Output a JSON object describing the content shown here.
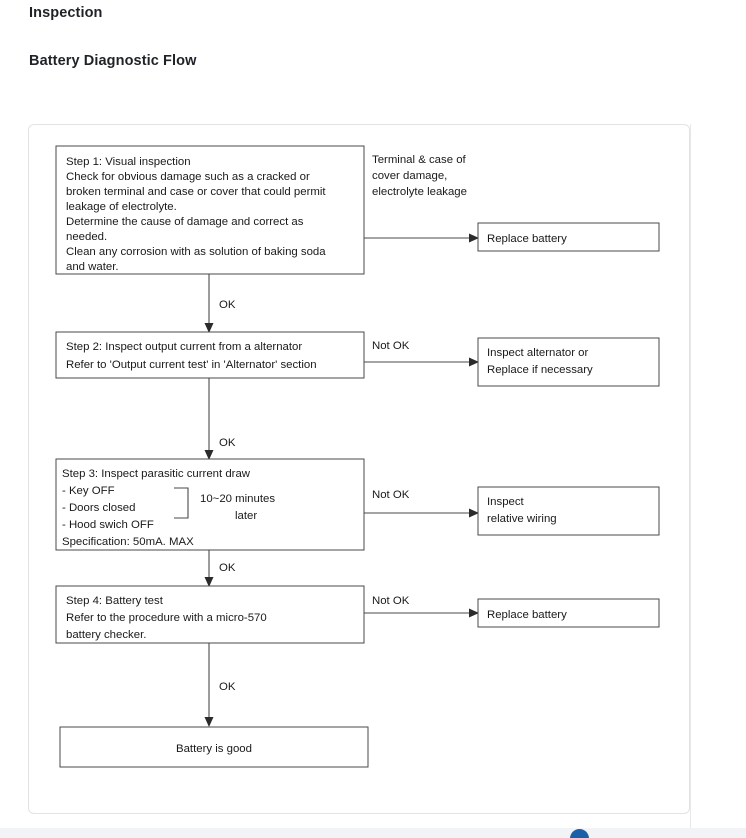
{
  "page": {
    "heading": "Inspection",
    "section_heading": "Battery Diagnostic Flow"
  },
  "colors": {
    "text": "#1f2328",
    "diagram_line": "#4a4a4a",
    "card_border": "#e3e3e6",
    "fab_blue": "#1b5fa8",
    "bottom_bar": "#f2f3f7"
  },
  "flowchart": {
    "type": "flowchart",
    "steps": [
      {
        "id": "step1",
        "lines": [
          "Step 1: Visual inspection",
          "Check for obvious damage such as a cracked or",
          "broken terminal and case or cover that could permit",
          "leakage of electrolyte.",
          "Determine the cause of damage and correct as",
          "needed.",
          "Clean any corrosion with as solution of baking soda",
          "and water."
        ]
      },
      {
        "id": "step2",
        "lines": [
          "Step 2: Inspect output current from a alternator",
          "Refer to 'Output current test' in 'Alternator' section"
        ]
      },
      {
        "id": "step3",
        "lines": [
          "Step 3: Inspect parasitic current draw",
          " - Key OFF",
          " - Doors closed",
          " - Hood swich OFF",
          "   Specification: 50mA. MAX"
        ],
        "annotation": [
          "10~20 minutes",
          "later"
        ]
      },
      {
        "id": "step4",
        "lines": [
          "Step 4: Battery test",
          "Refer to the procedure with a micro-570",
          "battery checker."
        ]
      }
    ],
    "outcomes": [
      {
        "id": "outcome1",
        "lines": [
          "Replace battery"
        ]
      },
      {
        "id": "outcome2",
        "lines": [
          "Inspect alternator or",
          "Replace if necessary"
        ]
      },
      {
        "id": "outcome3",
        "lines": [
          "Inspect",
          "relative wiring"
        ]
      },
      {
        "id": "outcome4",
        "lines": [
          "Replace battery"
        ]
      }
    ],
    "side_note": {
      "id": "note1",
      "lines": [
        "Terminal  &  case of",
        "cover damage,",
        "electrolyte leakage"
      ]
    },
    "result": {
      "id": "result",
      "label": "Battery is good"
    },
    "edge_labels": {
      "ok": "OK",
      "not_ok": "Not OK"
    }
  }
}
